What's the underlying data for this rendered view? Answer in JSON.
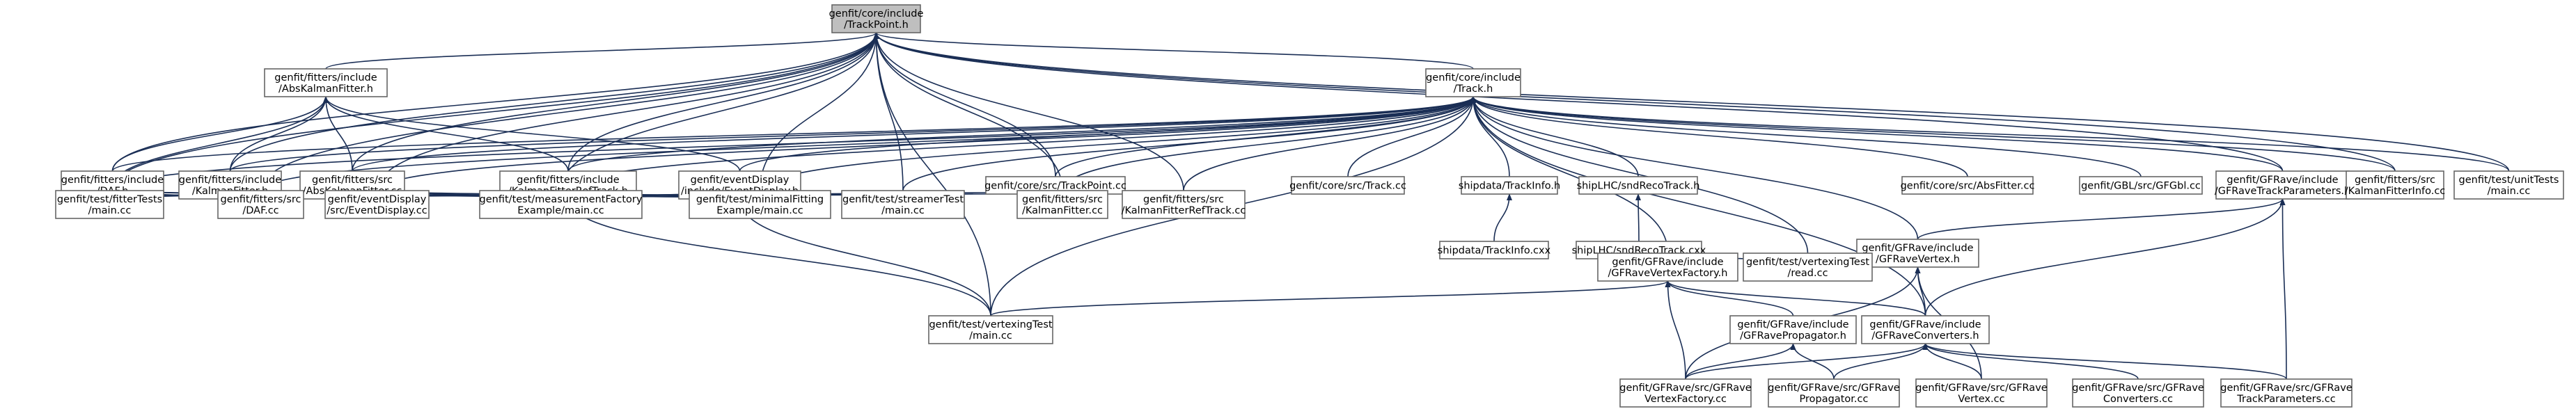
{
  "graph": {
    "title": "genfit/core/include/TrackPoint.h include dependency graph",
    "edge_color": "#1a2e55",
    "root_fill": "#bfbfbf",
    "nodes": [
      {
        "id": "trackpoint",
        "lines": [
          "genfit/core/include",
          "/TrackPoint.h"
        ],
        "root": true
      },
      {
        "id": "abskalman",
        "lines": [
          "genfit/fitters/include",
          "/AbsKalmanFitter.h"
        ]
      },
      {
        "id": "trackh",
        "lines": [
          "genfit/core/include",
          "/Track.h"
        ]
      },
      {
        "id": "dafh",
        "lines": [
          "genfit/fitters/include",
          "/DAF.h"
        ]
      },
      {
        "id": "kalmanh",
        "lines": [
          "genfit/fitters/include",
          "/KalmanFitter.h"
        ]
      },
      {
        "id": "abskalmancc",
        "lines": [
          "genfit/fitters/src",
          "/AbsKalmanFitter.cc"
        ]
      },
      {
        "id": "kfreftrackh",
        "lines": [
          "genfit/fitters/include",
          "/KalmanFitterRefTrack.h"
        ]
      },
      {
        "id": "eventdisplayh",
        "lines": [
          "genfit/eventDisplay",
          "/include/EventDisplay.h"
        ]
      },
      {
        "id": "trackpointcc",
        "lines": [
          "genfit/core/src/TrackPoint.cc"
        ]
      },
      {
        "id": "trackcc",
        "lines": [
          "genfit/core/src/Track.cc"
        ]
      },
      {
        "id": "trackinfoh",
        "lines": [
          "shipdata/TrackInfo.h"
        ]
      },
      {
        "id": "sndrecotrackh",
        "lines": [
          "shipLHC/sndRecoTrack.h"
        ]
      },
      {
        "id": "absfittercc",
        "lines": [
          "genfit/core/src/AbsFitter.cc"
        ]
      },
      {
        "id": "gfgblcc",
        "lines": [
          "genfit/GBL/src/GFGbl.cc"
        ]
      },
      {
        "id": "gfravetrackparamsh",
        "lines": [
          "genfit/GFRave/include",
          "/GFRaveTrackParameters.h"
        ]
      },
      {
        "id": "kalmaninfocc",
        "lines": [
          "genfit/fitters/src",
          "/KalmanFitterInfo.cc"
        ]
      },
      {
        "id": "unittestscc",
        "lines": [
          "genfit/test/unitTests",
          "/main.cc"
        ]
      },
      {
        "id": "fittertestscc",
        "lines": [
          "genfit/test/fitterTests",
          "/main.cc"
        ]
      },
      {
        "id": "dafcc",
        "lines": [
          "genfit/fitters/src",
          "/DAF.cc"
        ]
      },
      {
        "id": "eventdisplaycc",
        "lines": [
          "genfit/eventDisplay",
          "/src/EventDisplay.cc"
        ]
      },
      {
        "id": "measfactorycc",
        "lines": [
          "genfit/test/measurementFactory",
          "Example/main.cc"
        ]
      },
      {
        "id": "minfittingcc",
        "lines": [
          "genfit/test/minimalFitting",
          "Example/main.cc"
        ]
      },
      {
        "id": "streamertestcc",
        "lines": [
          "genfit/test/streamerTest",
          "/main.cc"
        ]
      },
      {
        "id": "kalmancc",
        "lines": [
          "genfit/fitters/src",
          "/KalmanFitter.cc"
        ]
      },
      {
        "id": "kfreftrackcc",
        "lines": [
          "genfit/fitters/src",
          "/KalmanFitterRefTrack.cc"
        ]
      },
      {
        "id": "trackinfocxx",
        "lines": [
          "shipdata/TrackInfo.cxx"
        ]
      },
      {
        "id": "sndrecotrackcxx",
        "lines": [
          "shipLHC/sndRecoTrack.cxx"
        ]
      },
      {
        "id": "gfravevertexh",
        "lines": [
          "genfit/GFRave/include",
          "/GFRaveVertex.h"
        ]
      },
      {
        "id": "gfravevertexfactoryh",
        "lines": [
          "genfit/GFRave/include",
          "/GFRaveVertexFactory.h"
        ]
      },
      {
        "id": "vertexingreadcc",
        "lines": [
          "genfit/test/vertexingTest",
          "/read.cc"
        ]
      },
      {
        "id": "gfravepropagatorh",
        "lines": [
          "genfit/GFRave/include",
          "/GFRavePropagator.h"
        ]
      },
      {
        "id": "gfraveconvertersh",
        "lines": [
          "genfit/GFRave/include",
          "/GFRaveConverters.h"
        ]
      },
      {
        "id": "vertexingmaincc",
        "lines": [
          "genfit/test/vertexingTest",
          "/main.cc"
        ]
      },
      {
        "id": "gfravevertexfactorycc",
        "lines": [
          "genfit/GFRave/src/GFRave",
          "VertexFactory.cc"
        ]
      },
      {
        "id": "gfravepropagatorcc",
        "lines": [
          "genfit/GFRave/src/GFRave",
          "Propagator.cc"
        ]
      },
      {
        "id": "gfravevertexcc",
        "lines": [
          "genfit/GFRave/src/GFRave",
          "Vertex.cc"
        ]
      },
      {
        "id": "gfraveconverterscc",
        "lines": [
          "genfit/GFRave/src/GFRave",
          "Converters.cc"
        ]
      },
      {
        "id": "gfravetrackparamscc",
        "lines": [
          "genfit/GFRave/src/GFRave",
          "TrackParameters.cc"
        ]
      }
    ],
    "edges": [
      [
        "abskalman",
        "trackpoint"
      ],
      [
        "trackh",
        "trackpoint"
      ],
      [
        "dafh",
        "trackpoint"
      ],
      [
        "kalmanh",
        "trackpoint"
      ],
      [
        "abskalmancc",
        "trackpoint"
      ],
      [
        "kfreftrackh",
        "trackpoint"
      ],
      [
        "trackpointcc",
        "trackpoint"
      ],
      [
        "fittertestscc",
        "trackpoint"
      ],
      [
        "dafcc",
        "trackpoint"
      ],
      [
        "eventdisplaycc",
        "trackpoint"
      ],
      [
        "measfactorycc",
        "trackpoint"
      ],
      [
        "minfittingcc",
        "trackpoint"
      ],
      [
        "streamertestcc",
        "trackpoint"
      ],
      [
        "kalmancc",
        "trackpoint"
      ],
      [
        "kfreftrackcc",
        "trackpoint"
      ],
      [
        "vertexingmaincc",
        "trackpoint"
      ],
      [
        "gfravetrackparamsh",
        "trackpoint"
      ],
      [
        "kalmaninfocc",
        "trackpoint"
      ],
      [
        "unittestscc",
        "trackpoint"
      ],
      [
        "dafh",
        "abskalman"
      ],
      [
        "kalmanh",
        "abskalman"
      ],
      [
        "abskalmancc",
        "abskalman"
      ],
      [
        "kfreftrackh",
        "abskalman"
      ],
      [
        "fittertestscc",
        "abskalman"
      ],
      [
        "eventdisplayh",
        "abskalman"
      ],
      [
        "dafh",
        "trackh"
      ],
      [
        "kalmanh",
        "trackh"
      ],
      [
        "abskalmancc",
        "trackh"
      ],
      [
        "kfreftrackh",
        "trackh"
      ],
      [
        "eventdisplayh",
        "trackh"
      ],
      [
        "trackpointcc",
        "trackh"
      ],
      [
        "trackcc",
        "trackh"
      ],
      [
        "trackinfoh",
        "trackh"
      ],
      [
        "sndrecotrackh",
        "trackh"
      ],
      [
        "absfittercc",
        "trackh"
      ],
      [
        "gfgblcc",
        "trackh"
      ],
      [
        "gfravetrackparamsh",
        "trackh"
      ],
      [
        "kalmaninfocc",
        "trackh"
      ],
      [
        "unittestscc",
        "trackh"
      ],
      [
        "fittertestscc",
        "trackh"
      ],
      [
        "dafcc",
        "trackh"
      ],
      [
        "eventdisplaycc",
        "trackh"
      ],
      [
        "measfactorycc",
        "trackh"
      ],
      [
        "minfittingcc",
        "trackh"
      ],
      [
        "streamertestcc",
        "trackh"
      ],
      [
        "kalmancc",
        "trackh"
      ],
      [
        "kfreftrackcc",
        "trackh"
      ],
      [
        "gfravevertexh",
        "trackh"
      ],
      [
        "gfravevertexfactoryh",
        "trackh"
      ],
      [
        "vertexingreadcc",
        "trackh"
      ],
      [
        "vertexingmaincc",
        "trackh"
      ],
      [
        "gfraveconvertersh",
        "trackh"
      ],
      [
        "fittertestscc",
        "dafh"
      ],
      [
        "dafcc",
        "dafh"
      ],
      [
        "eventdisplaycc",
        "dafh"
      ],
      [
        "fittertestscc",
        "kalmanh"
      ],
      [
        "dafcc",
        "kalmanh"
      ],
      [
        "eventdisplaycc",
        "kalmanh"
      ],
      [
        "kalmancc",
        "kalmanh"
      ],
      [
        "fittertestscc",
        "kfreftrackh"
      ],
      [
        "dafcc",
        "kfreftrackh"
      ],
      [
        "eventdisplaycc",
        "kfreftrackh"
      ],
      [
        "measfactorycc",
        "kfreftrackh"
      ],
      [
        "minfittingcc",
        "kfreftrackh"
      ],
      [
        "kfreftrackcc",
        "kfreftrackh"
      ],
      [
        "vertexingmaincc",
        "kfreftrackh"
      ],
      [
        "fittertestscc",
        "eventdisplayh"
      ],
      [
        "eventdisplaycc",
        "eventdisplayh"
      ],
      [
        "measfactorycc",
        "eventdisplayh"
      ],
      [
        "minfittingcc",
        "eventdisplayh"
      ],
      [
        "streamertestcc",
        "eventdisplayh"
      ],
      [
        "vertexingmaincc",
        "eventdisplayh"
      ],
      [
        "trackinfocxx",
        "trackinfoh"
      ],
      [
        "sndrecotrackcxx",
        "sndrecotrackh"
      ],
      [
        "gfravevertexh",
        "gfravetrackparamsh"
      ],
      [
        "gfraveconvertersh",
        "gfravetrackparamsh"
      ],
      [
        "gfravetrackparamscc",
        "gfravetrackparamsh"
      ],
      [
        "gfravevertexfactoryh",
        "gfravevertexh"
      ],
      [
        "vertexingreadcc",
        "gfravevertexh"
      ],
      [
        "gfraveconvertersh",
        "gfravevertexh"
      ],
      [
        "gfravevertexfactorycc",
        "gfravevertexh"
      ],
      [
        "gfravevertexcc",
        "gfravevertexh"
      ],
      [
        "vertexingmaincc",
        "gfravevertexfactoryh"
      ],
      [
        "gfravepropagatorh",
        "gfravevertexfactoryh"
      ],
      [
        "gfraveconvertersh",
        "gfravevertexfactoryh"
      ],
      [
        "gfravevertexfactorycc",
        "gfravevertexfactoryh"
      ],
      [
        "gfravevertexfactorycc",
        "gfravepropagatorh"
      ],
      [
        "gfravepropagatorcc",
        "gfravepropagatorh"
      ],
      [
        "gfravevertexfactorycc",
        "gfraveconvertersh"
      ],
      [
        "gfravepropagatorcc",
        "gfraveconvertersh"
      ],
      [
        "gfravevertexcc",
        "gfraveconvertersh"
      ],
      [
        "gfraveconverterscc",
        "gfraveconvertersh"
      ],
      [
        "gfravetrackparamscc",
        "gfraveconvertersh"
      ]
    ]
  }
}
